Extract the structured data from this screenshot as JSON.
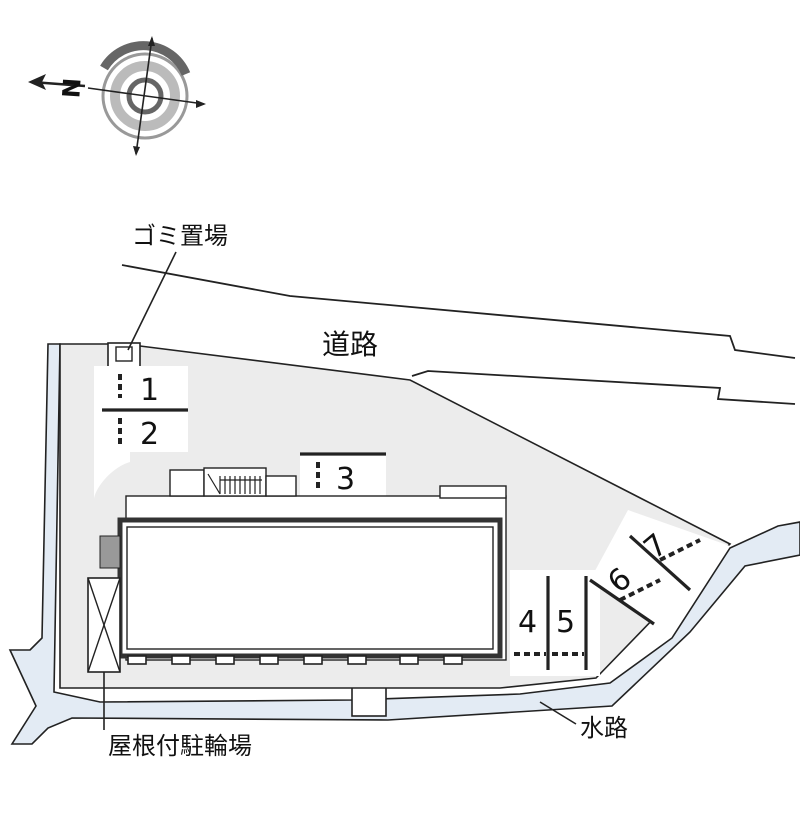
{
  "compass": {
    "north_label": "N",
    "icon": "compass-rose-icon"
  },
  "labels": {
    "garbage": "ゴミ置場",
    "road": "道路",
    "waterway": "水路",
    "bicycle_parking": "屋根付駐輪場"
  },
  "parking_spaces": [
    "1",
    "2",
    "3",
    "4",
    "5",
    "6",
    "7"
  ],
  "colors": {
    "lot": "#ececec",
    "water": "#e3ebf4",
    "line": "#222222",
    "building": "#333333"
  }
}
